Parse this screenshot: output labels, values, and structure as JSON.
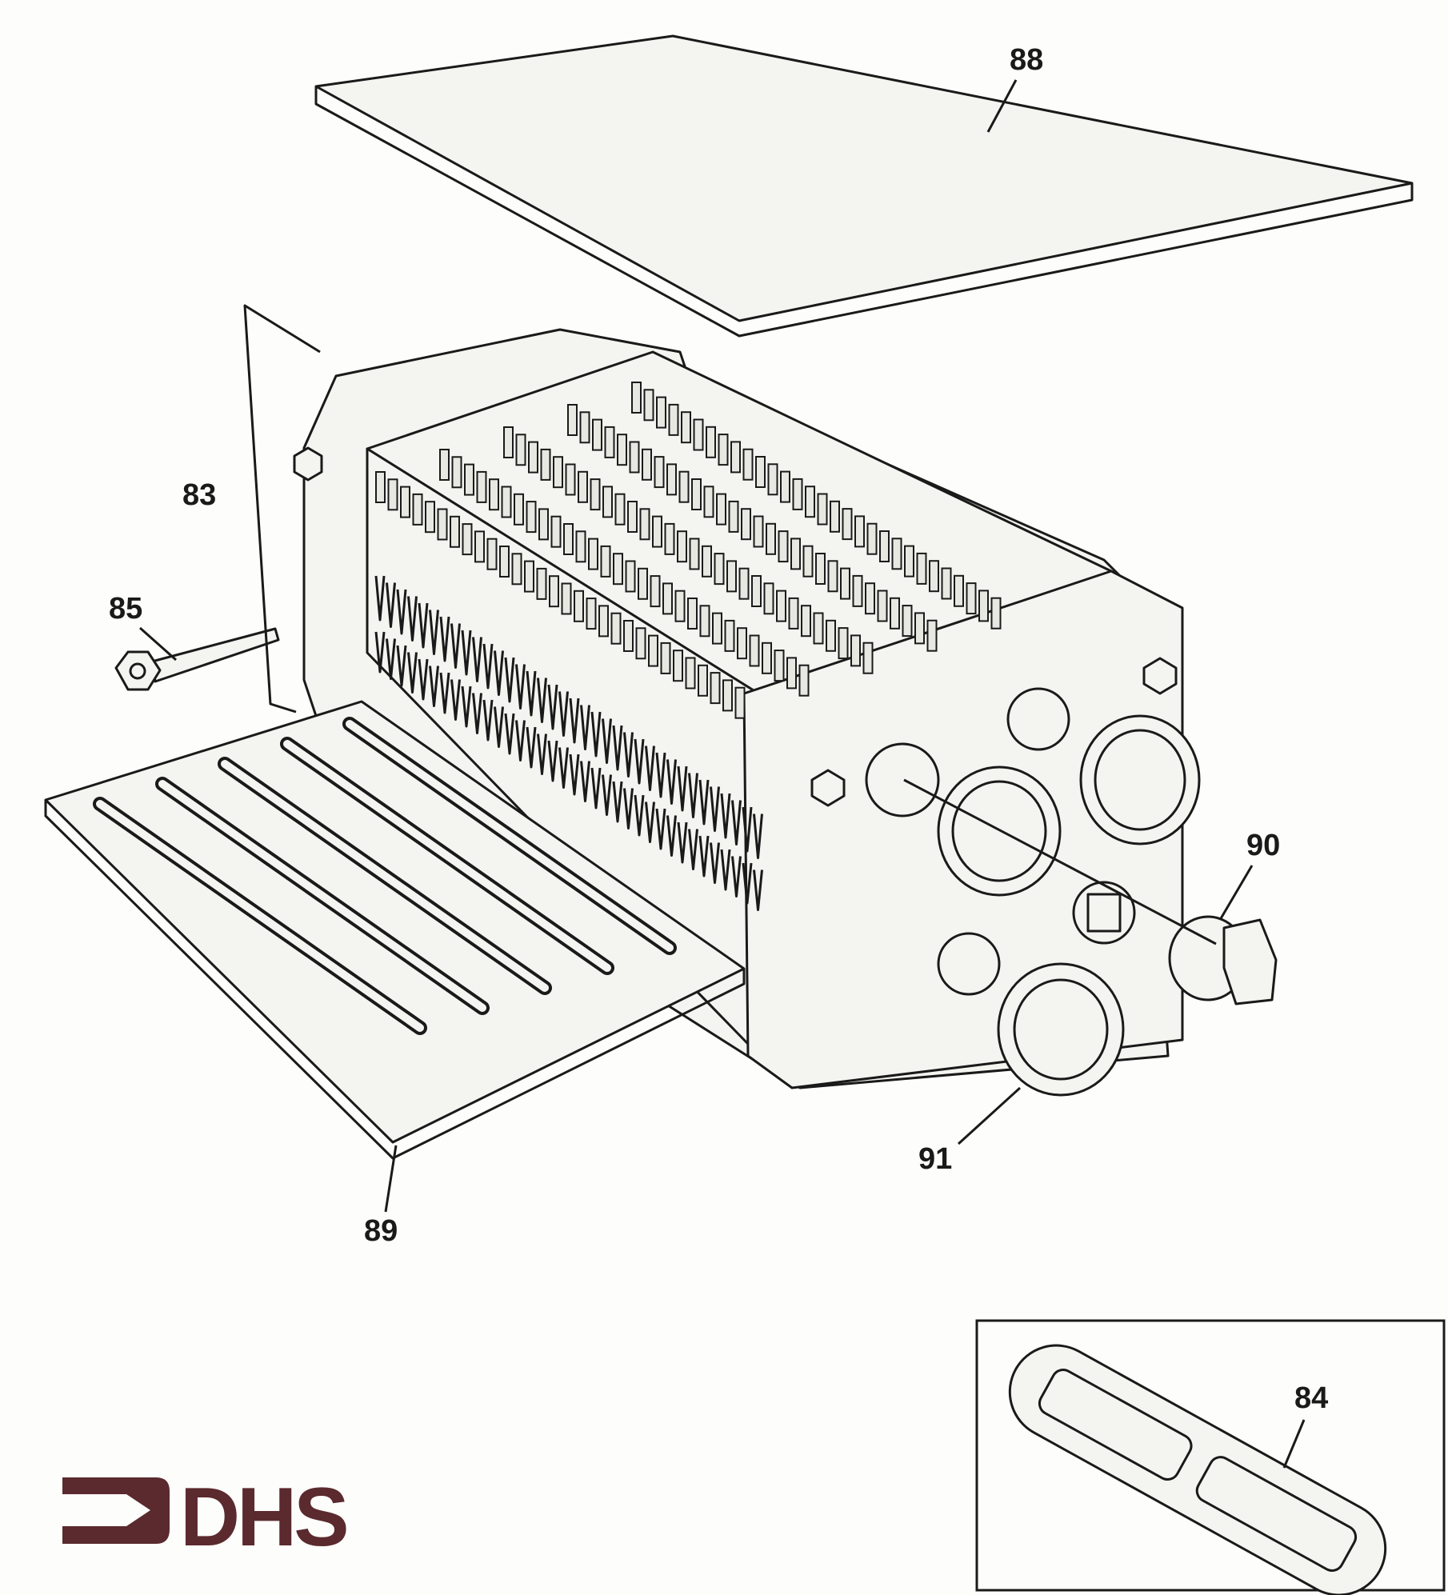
{
  "labels": {
    "p88": "88",
    "p83": "83",
    "p85": "85",
    "p90": "90",
    "p91": "91",
    "p89": "89",
    "p84": "84"
  },
  "logo": {
    "text": "DHS",
    "color": "#5a2a2e"
  },
  "colors": {
    "line": "#1a1a1a",
    "paper": "#fdfdfb"
  }
}
